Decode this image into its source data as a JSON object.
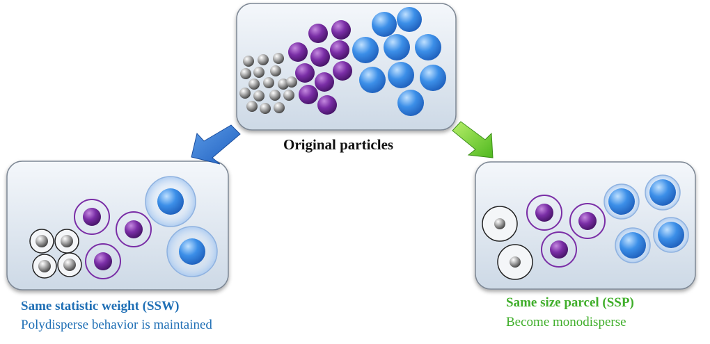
{
  "original": {
    "caption": "Original particles",
    "particle_colors": {
      "gray": "#9a9a9a",
      "purple": "#7a2ea6",
      "blue": "#3c8fe8"
    }
  },
  "ssw": {
    "title": "Same statistic weight (SSW)",
    "subtitle": "Polydisperse behavior is maintained",
    "color": "#1f6fb5"
  },
  "ssp": {
    "title": "Same size parcel (SSP)",
    "subtitle": "Become monodisperse",
    "color": "#3fae2a"
  },
  "arrows": {
    "left_color": "#2f74d0",
    "right_color": "#6ecf2f"
  }
}
